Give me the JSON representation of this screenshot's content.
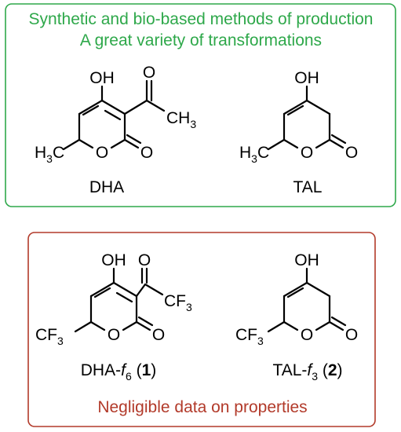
{
  "colors": {
    "green_accent": "#2ea84a",
    "red_accent": "#b23a2a",
    "text": "#000000",
    "background": "#ffffff"
  },
  "top_panel": {
    "line1": "Synthetic and bio-based methods of production",
    "line2": "A great variety of transformations",
    "molecules": [
      {
        "caption": "DHA",
        "atoms": {
          "oh": "OH",
          "ring_o": "O",
          "carbonyl_o": "O",
          "acetyl_o": "O",
          "methyl_main": "CH",
          "methyl_sub": "3",
          "h3c_main": "H",
          "h3c_sub": "3",
          "h3c_tail": "C"
        }
      },
      {
        "caption": "TAL",
        "atoms": {
          "oh": "OH",
          "ring_o": "O",
          "carbonyl_o": "O",
          "h3c_main": "H",
          "h3c_sub": "3",
          "h3c_tail": "C"
        }
      }
    ]
  },
  "bottom_panel": {
    "footer": "Negligible data on properties",
    "molecules": [
      {
        "caption_main": "DHA-",
        "caption_italic": "f",
        "caption_sub": "6",
        "caption_open": " (",
        "caption_bold": "1",
        "caption_close": ")",
        "atoms": {
          "oh": "OH",
          "ring_o": "O",
          "carbonyl_o": "O",
          "acyl_o": "O",
          "cf3_right_main": "CF",
          "cf3_right_sub": "3",
          "cf3_left_main": "CF",
          "cf3_left_sub": "3"
        }
      },
      {
        "caption_main": "TAL-",
        "caption_italic": "f",
        "caption_sub": "3",
        "caption_open": " (",
        "caption_bold": "2",
        "caption_close": ")",
        "atoms": {
          "oh": "OH",
          "ring_o": "O",
          "carbonyl_o": "O",
          "cf3_left_main": "CF",
          "cf3_left_sub": "3"
        }
      }
    ]
  }
}
